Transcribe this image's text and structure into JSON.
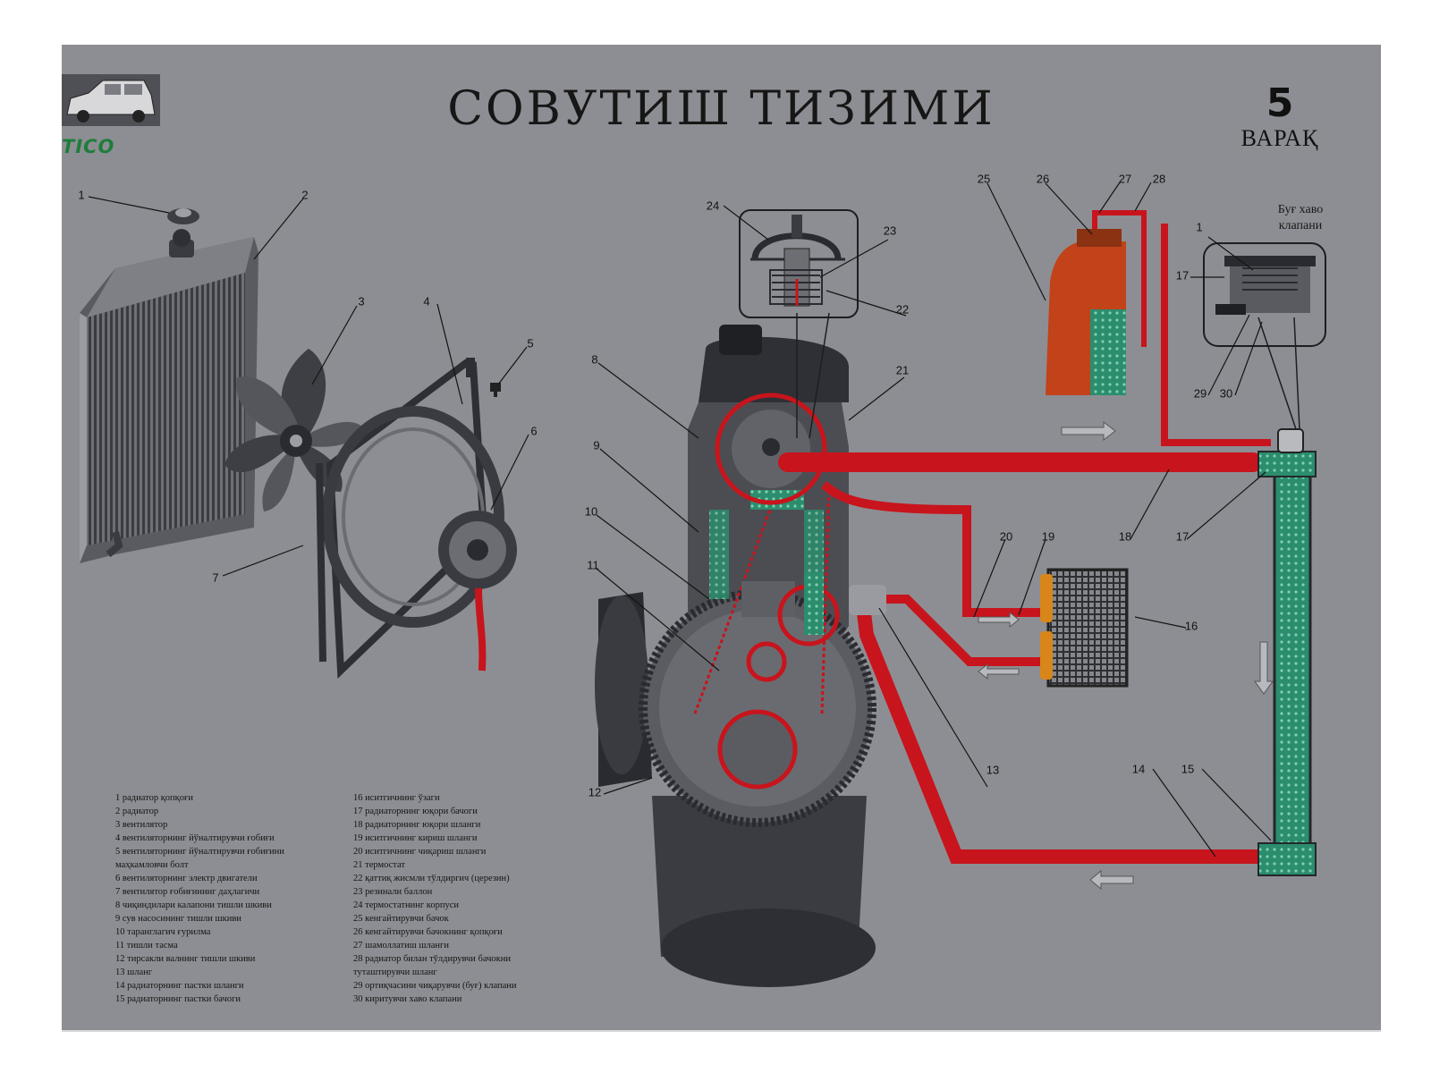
{
  "header": {
    "title": "СОВУТИШ ТИЗИМИ",
    "sheet_number": "5",
    "sheet_word": "ВАРАҚ",
    "brand": "TICO"
  },
  "valve_label": [
    "Буғ хаво",
    "клапани"
  ],
  "callouts": [
    "1",
    "2",
    "3",
    "4",
    "5",
    "6",
    "7",
    "8",
    "9",
    "10",
    "11",
    "12",
    "13",
    "14",
    "15",
    "16",
    "17",
    "18",
    "19",
    "20",
    "21",
    "22",
    "23",
    "24",
    "25",
    "26",
    "27",
    "28",
    "29",
    "30",
    "1",
    "17"
  ],
  "legend_left": [
    "1 радиатор қопқоғи",
    "2 радиатор",
    "3 вентилятор",
    "4 вентиляторнинг йўналтирувчи ғобиғи",
    "5 вентиляторнинг йўналтирувчи ғобиғини",
    "маҳкамловчи болт",
    "6 вентиляторнинг электр двигатели",
    "7 вентилятор ғобиғининг даҳлагичи",
    "8 чиқиндилари калапони тишли шкиви",
    "9 сув насосининг тишли шкиви",
    "10 таранглагич ғурилма",
    "11 тишли тасма",
    "12 тирсакли валнинг тишли шкиви",
    "13 шланг",
    "14 радиаторнинг пастки шланги",
    "15 радиаторнинг пастки бачоги"
  ],
  "legend_right": [
    "16 иситгичнинг ўзаги",
    "17 радиаторнинг юқори бачоги",
    "18 радиаторнинг юқори шланги",
    "19 иситгичнинг кириш шланги",
    "20 иситгичнинг чиқариш шланги",
    "21 термостат",
    "22 қаттиқ жисмли тўлдиргич (церезин)",
    "23 резинали баллон",
    "24 термостатнинг корпуси",
    "25 кенгайтирувчи бачок",
    "26 кенгайтирувчи бачокнинг қопқоғи",
    "27 шамоллатиш шланги",
    "28 радиатор билан тўлдирувчи бачокни",
    "туташтирувчи шланг",
    "29 ортиқчасини чиқарувчи (буғ) клапани",
    "30 киритувчи хаво клапани"
  ],
  "colors": {
    "hose": "#c8141c",
    "coolant": "#2b8d6d",
    "panel": "#8d8e93",
    "part": "#4c4d52",
    "reservoir": "#c2421a",
    "brand": "#1e7d3c"
  }
}
